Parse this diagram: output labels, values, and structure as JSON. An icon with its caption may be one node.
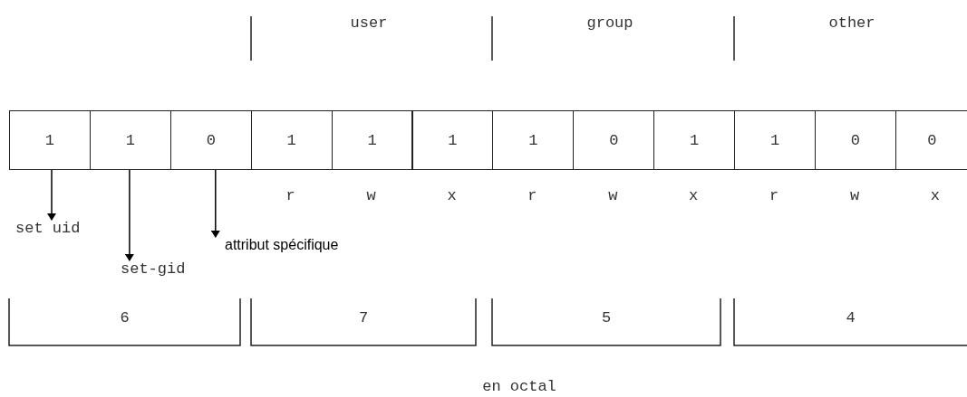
{
  "diagram": {
    "nodes": [
      {
        "text": [
          "1"
        ]
      },
      {
        "text": [
          "1"
        ]
      },
      {
        "text": [
          "0"
        ]
      },
      {
        "text": [
          "1"
        ]
      },
      {
        "text": [
          "1"
        ]
      },
      {
        "text": [
          "1"
        ]
      },
      {
        "text": [
          "1"
        ]
      },
      {
        "text": [
          "0"
        ]
      },
      {
        "text": [
          "1"
        ]
      },
      {
        "text": [
          "1"
        ]
      },
      {
        "text": [
          "0"
        ]
      },
      {
        "text": [
          "0"
        ]
      },
      {
        "text": [
          "set uid"
        ]
      },
      {
        "text": [
          "set-gid"
        ]
      },
      {
        "text": [
          "attribut spécifique"
        ]
      }
    ],
    "edges": [
      {
        "from": 0,
        "to": 12,
        "arrow": "to"
      },
      {
        "from": 1,
        "to": 13,
        "arrow": "to"
      },
      {
        "from": 2,
        "to": 14,
        "arrow": "to"
      }
    ],
    "labels": [
      "user",
      "group",
      "other",
      "r",
      "w",
      "x",
      "r",
      "w",
      "x",
      "r",
      "w",
      "x",
      "6",
      "7",
      "5",
      "4",
      "en octal"
    ]
  }
}
